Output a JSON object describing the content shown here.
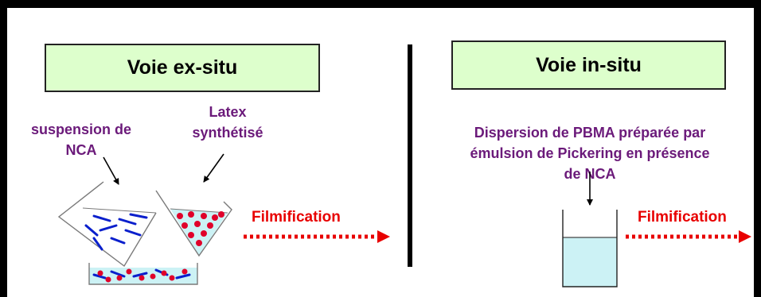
{
  "left": {
    "title": "Voie ex-situ",
    "suspension_label": [
      "suspension de",
      "NCA"
    ],
    "latex_label": [
      "Latex",
      "synthétisé"
    ],
    "filmification": "Filmification"
  },
  "right": {
    "title": "Voie in-situ",
    "dispersion_label": [
      "Dispersion de PBMA préparée par",
      "émulsion de Pickering en présence",
      "de NCA"
    ],
    "filmification": "Filmification"
  },
  "colors": {
    "title_fill": "#ddffcc",
    "label_text": "#6b1a7a",
    "arrow_red": "#e80000",
    "liquid": "#ccf2f5",
    "particle_red": "#e0002a",
    "rod_blue": "#0a1fcc"
  }
}
